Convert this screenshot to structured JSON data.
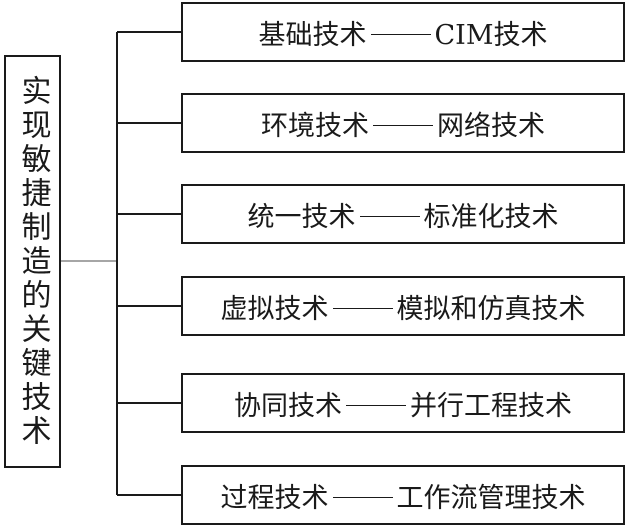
{
  "root": {
    "label": "实现敏捷制造的关键技术"
  },
  "nodes": [
    {
      "left": "基础技术",
      "right": "CIM技术"
    },
    {
      "left": "环境技术",
      "right": "网络技术"
    },
    {
      "left": "统一技术",
      "right": "标准化技术"
    },
    {
      "left": "虚拟技术",
      "right": "模拟和仿真技术"
    },
    {
      "left": "协同技术",
      "right": "并行工程技术"
    },
    {
      "left": "过程技术",
      "right": "工作流管理技术"
    }
  ]
}
